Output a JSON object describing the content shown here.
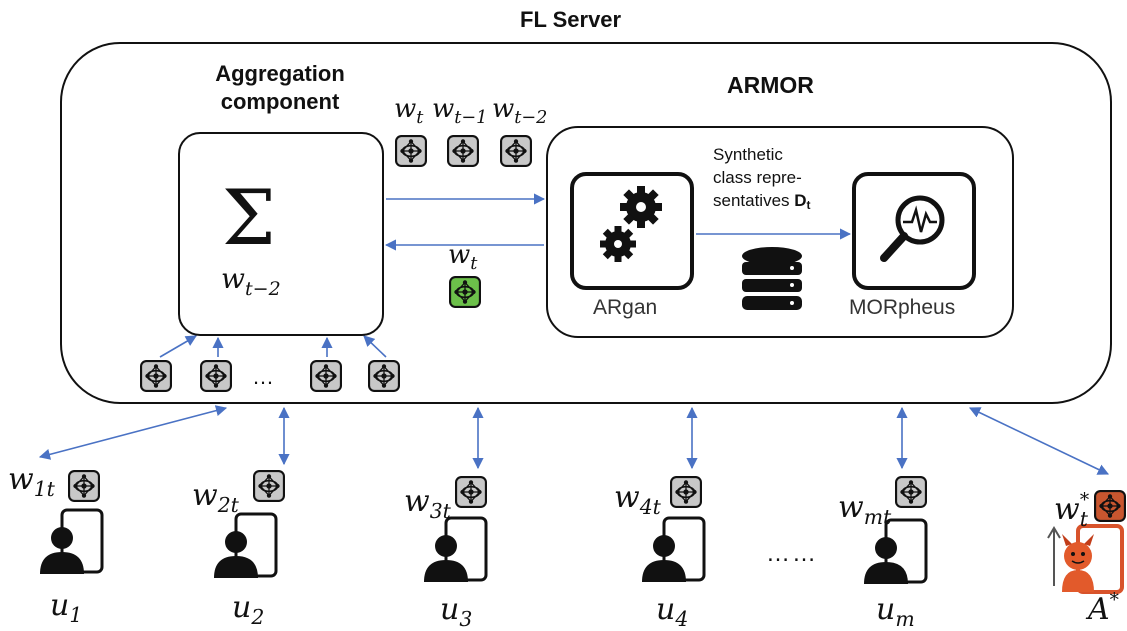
{
  "server": {
    "title": "FL Server"
  },
  "aggregation": {
    "title_line1": "Aggregation",
    "title_line2": "component",
    "sigma": "Σ",
    "weight_base": "w",
    "weight_sub": "t−2"
  },
  "armor": {
    "title": "ARMOR",
    "synthetic_line1": "Synthetic",
    "synthetic_line2": "class repre-",
    "synthetic_line3": "sentatives ",
    "synthetic_D": "D",
    "synthetic_D_sub": "t",
    "argan_label": "ARgan",
    "morpheus_label": "MORpheus"
  },
  "models_in": {
    "w": "w",
    "subs": [
      "t",
      "t−1",
      "t−2"
    ]
  },
  "model_out": {
    "w": "w",
    "sub": "t"
  },
  "aggregation_inputs": {
    "ellipsis": "…"
  },
  "clients": [
    {
      "w": "w",
      "wsub": "1t",
      "u": "u",
      "usub": "1"
    },
    {
      "w": "w",
      "wsub": "2t",
      "u": "u",
      "usub": "2"
    },
    {
      "w": "w",
      "wsub": "3t",
      "u": "u",
      "usub": "3"
    },
    {
      "w": "w",
      "wsub": "4t",
      "u": "u",
      "usub": "4"
    },
    {
      "w": "w",
      "wsub": "mt",
      "u": "u",
      "usub": "m"
    }
  ],
  "client_ellipsis": "……",
  "attacker": {
    "w": "w",
    "wsub": "t",
    "wsup": "*",
    "a": "A",
    "asup": "*"
  },
  "colors": {
    "arrow": "#4a72c4",
    "green_model": "#6cc04a",
    "red_model": "#c8562f",
    "gray_model": "#c8c8c8"
  }
}
